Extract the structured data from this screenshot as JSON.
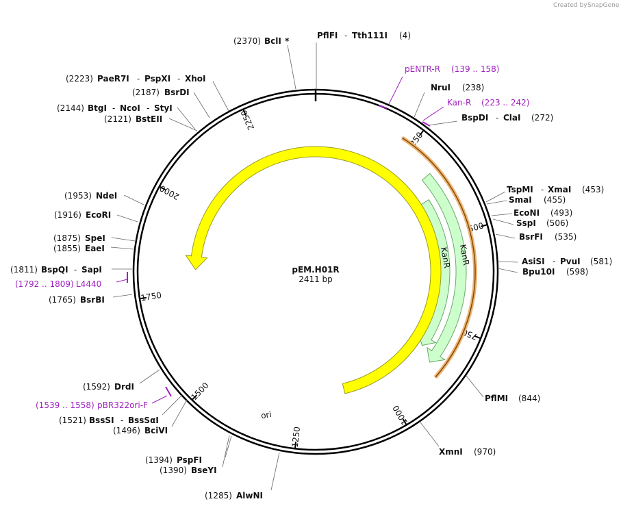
{
  "credit": {
    "prefix": "Created by",
    "brand": "SnapGene"
  },
  "plasmid": {
    "name": "pEM.H01R",
    "length_label": "2411 bp",
    "length": 2411
  },
  "tick_labels": [
    "250",
    "500",
    "750",
    "1000",
    "1250",
    "1500",
    "1750",
    "2000",
    "2250"
  ],
  "features": [
    {
      "name": "KanR",
      "type": "CDS",
      "color": "#ccffcc",
      "label": "KanR"
    },
    {
      "name": "KanR",
      "type": "CDS",
      "color": "#ccffcc",
      "label": "KanR"
    },
    {
      "name": "ori",
      "type": "rep_origin",
      "color": "#ffff00",
      "label": "ori"
    }
  ],
  "primers": [
    {
      "name": "pENTR-R",
      "range": "(139 .. 158)"
    },
    {
      "name": "Kan-R",
      "range": "(223 .. 242)"
    },
    {
      "name": "L4440",
      "range": "(1792 .. 1809)"
    },
    {
      "name": "pBR322ori-F",
      "range": "(1539 .. 1558)"
    }
  ],
  "sites": [
    {
      "text": "PflFI",
      "sep": "-",
      "text2": "Tth111I",
      "pos": "(4)"
    },
    {
      "text": "NruI",
      "pos": "(238)"
    },
    {
      "text": "BspDI",
      "sep": "-",
      "text2": "ClaI",
      "pos": "(272)"
    },
    {
      "text": "TspMI",
      "sep": "-",
      "text2": "XmaI",
      "pos": "(453)"
    },
    {
      "text": "SmaI",
      "pos": "(455)"
    },
    {
      "text": "EcoNI",
      "pos": "(493)"
    },
    {
      "text": "SspI",
      "pos": "(506)"
    },
    {
      "text": "BsrFI",
      "pos": "(535)"
    },
    {
      "text": "AsiSI",
      "sep": "-",
      "text2": "PvuI",
      "pos": "(581)"
    },
    {
      "text": "Bpu10I",
      "pos": "(598)"
    },
    {
      "text": "PflMI",
      "pos": "(844)"
    },
    {
      "text": "XmnI",
      "pos": "(970)"
    },
    {
      "text": "AlwNI",
      "pos": "(1285)"
    },
    {
      "text": "PspFI",
      "pos": "(1394)"
    },
    {
      "text": "BseYI",
      "pos": "(1390)"
    },
    {
      "text": "BciVI",
      "pos": "(1496)"
    },
    {
      "text": "BssSI",
      "sep": "-",
      "text2": "BssSαI",
      "pos": "(1521)"
    },
    {
      "text": "DrdI",
      "pos": "(1592)"
    },
    {
      "text": "BsrBI",
      "pos": "(1765)"
    },
    {
      "text": "BspQI",
      "sep": "-",
      "text2": "SapI",
      "pos": "(1811)"
    },
    {
      "text": "EaeI",
      "pos": "(1855)"
    },
    {
      "text": "SpeI",
      "pos": "(1875)"
    },
    {
      "text": "EcoRI",
      "pos": "(1916)"
    },
    {
      "text": "NdeI",
      "pos": "(1953)"
    },
    {
      "text": "BstEII",
      "pos": "(2121)"
    },
    {
      "text": "BtgI",
      "sep": "-",
      "text2": "NcoI",
      "sep2": "-",
      "text3": "StyI",
      "pos": "(2144)"
    },
    {
      "text": "BsrDI",
      "pos": "(2187)"
    },
    {
      "text": "PaeR7I",
      "sep": "-",
      "text2": "PspXI",
      "sep2": "-",
      "text3": "XhoI",
      "pos": "(2223)"
    },
    {
      "text": "BclI",
      "mark": "*",
      "pos": "(2370)"
    }
  ]
}
